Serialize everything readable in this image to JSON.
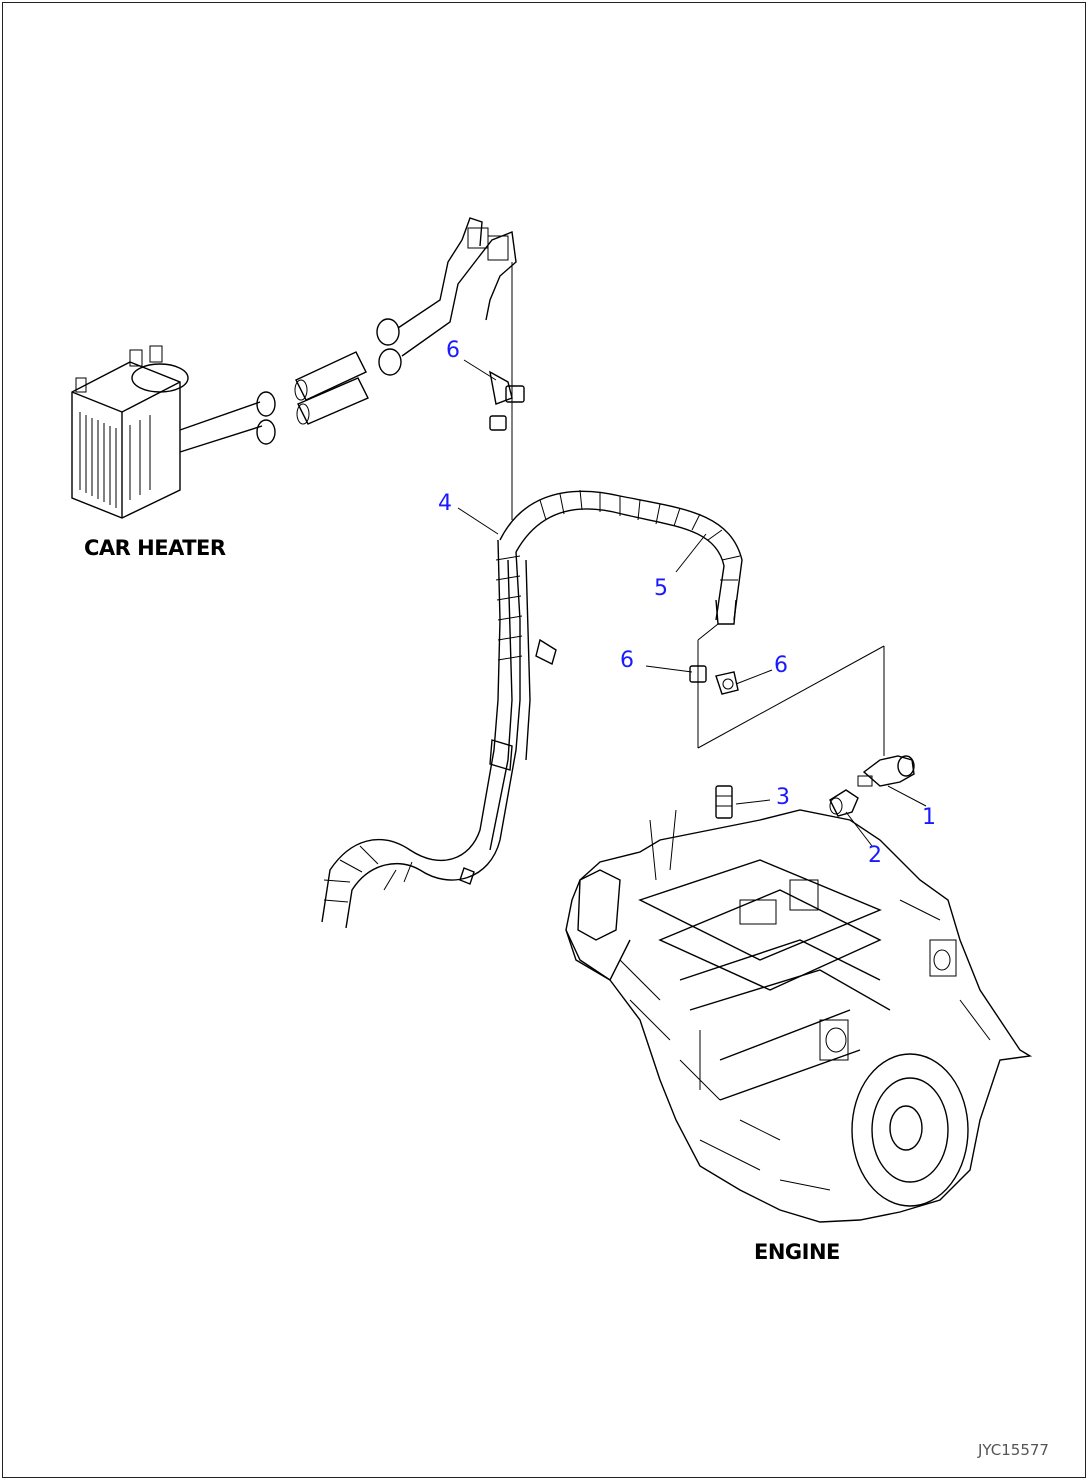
{
  "captions": {
    "car_heater": "CAR HEATER",
    "engine": "ENGINE"
  },
  "callouts": {
    "p1": "1",
    "p2": "2",
    "p3": "3",
    "p4": "4",
    "p5": "5",
    "p6_top": "6",
    "p6_left": "6",
    "p6_right": "6"
  },
  "drawing_id": "JYC15577",
  "colors": {
    "callout": "#1a1aff",
    "linework": "#000000"
  }
}
